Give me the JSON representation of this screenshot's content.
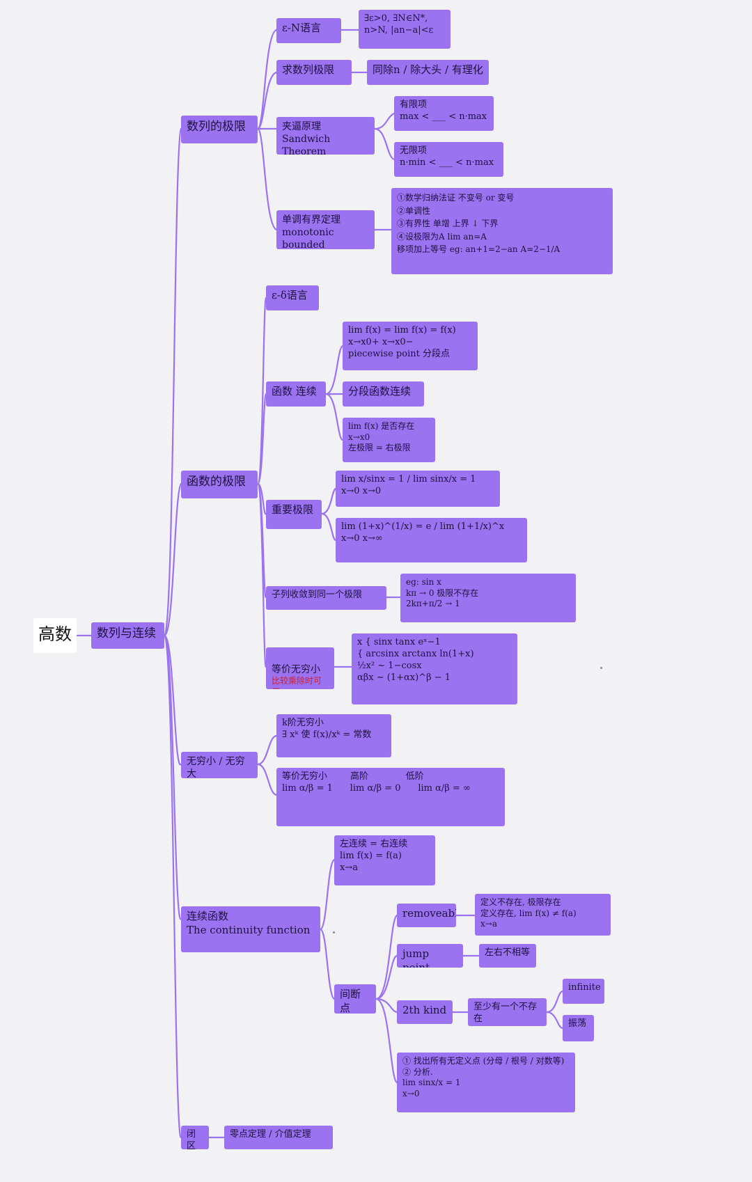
{
  "root": "高数",
  "main": "数列与连续",
  "colors": {
    "node": "#9b72f0",
    "line": "#9b72f0",
    "background": "#f2f2f4",
    "root_bg": "#ffffff",
    "accent_red": "#d2202a"
  },
  "seq": {
    "title": "数列的极限",
    "en_def": "ε-N语言",
    "en_def_detail": "∃ε>0, ∃N∈N*,\nn>N, |an−a|<ε",
    "limit_ops": "求数列极限",
    "limit_ops_detail": "同除n / 除大头 / 有理化",
    "sandwich": "夹逼原理\nSandwich Theorem",
    "finite_terms": "有限项\nmax < ___ < n·max",
    "infinite_terms": "无限项\nn·min < ___ < n·max",
    "monotonic": "单调有界定理\nmonotonic bounded",
    "monotonic_detail": "①数学归纳法证 不变号 or 变号\n②单调性\n③有界性    单增 上界   ↓ 下界\n④设极限为A          lim an=A\n   移项加上等号           eg: an+1=2−an     A=2−1/A"
  },
  "func": {
    "title": "函数的极限",
    "ed_def": "ε-δ语言",
    "continuity": "函数 连续",
    "cont_a": "lim f(x) = lim f(x) = f(x)\nx→x0+      x→x0−\npiecewise point 分段点",
    "cont_b": "分段函数连续",
    "cont_c": "lim f(x) 是否存在\nx→x0\n左极限 = 右极限",
    "important": "重要极限",
    "imp_a": "lim x/sinx = 1  /  lim sinx/x = 1\nx→0             x→0",
    "imp_b": "lim (1+x)^(1/x) = e  /  lim (1+1/x)^x\nx→0                 x→∞",
    "subseq": "子列收敛到同一个极限",
    "subseq_detail": "eg:  sin x\n   kπ  → 0                    极限不存在\n   2kπ+π/2  → 1",
    "equiv": "等价无穷小",
    "equiv_note": "比较乘除时可用",
    "equiv_detail": "x { sinx    tanx        eˣ−1\n  { arcsinx  arctanx   ln(1+x)\n½x² ~ 1−cosx\nαβx ~ (1+αx)^β − 1"
  },
  "inf": {
    "title": "无穷小 / 无穷大",
    "korder": "k阶无穷小\n∃ xᵏ 使 f(x)/xᵏ = 常数",
    "compare": "等价无穷小        高阶             低阶\nlim α/β = 1      lim α/β = 0      lim α/β = ∞"
  },
  "cont": {
    "title": "连续函数\nThe continuity function",
    "def": "左连续 = 右连续\nlim f(x) = f(a)\nx→a",
    "discont": "间断点",
    "removable": "removeable",
    "removable_detail": "定义不存在, 极限存在\n定义存在,  lim f(x) ≠ f(a)\n                x→a",
    "jump": "jump point",
    "jump_detail": "左右不相等",
    "second": "2th kind",
    "second_detail": "至少有一个不存在",
    "infinite": "infinite",
    "oscillating": "振荡",
    "find": "① 找出所有无定义点 (分母 / 根号 / 对数等)\n② 分析.\nlim sinx/x = 1\nx→0"
  },
  "closed": {
    "title": "闭区",
    "detail": "零点定理 / 介值定理"
  }
}
